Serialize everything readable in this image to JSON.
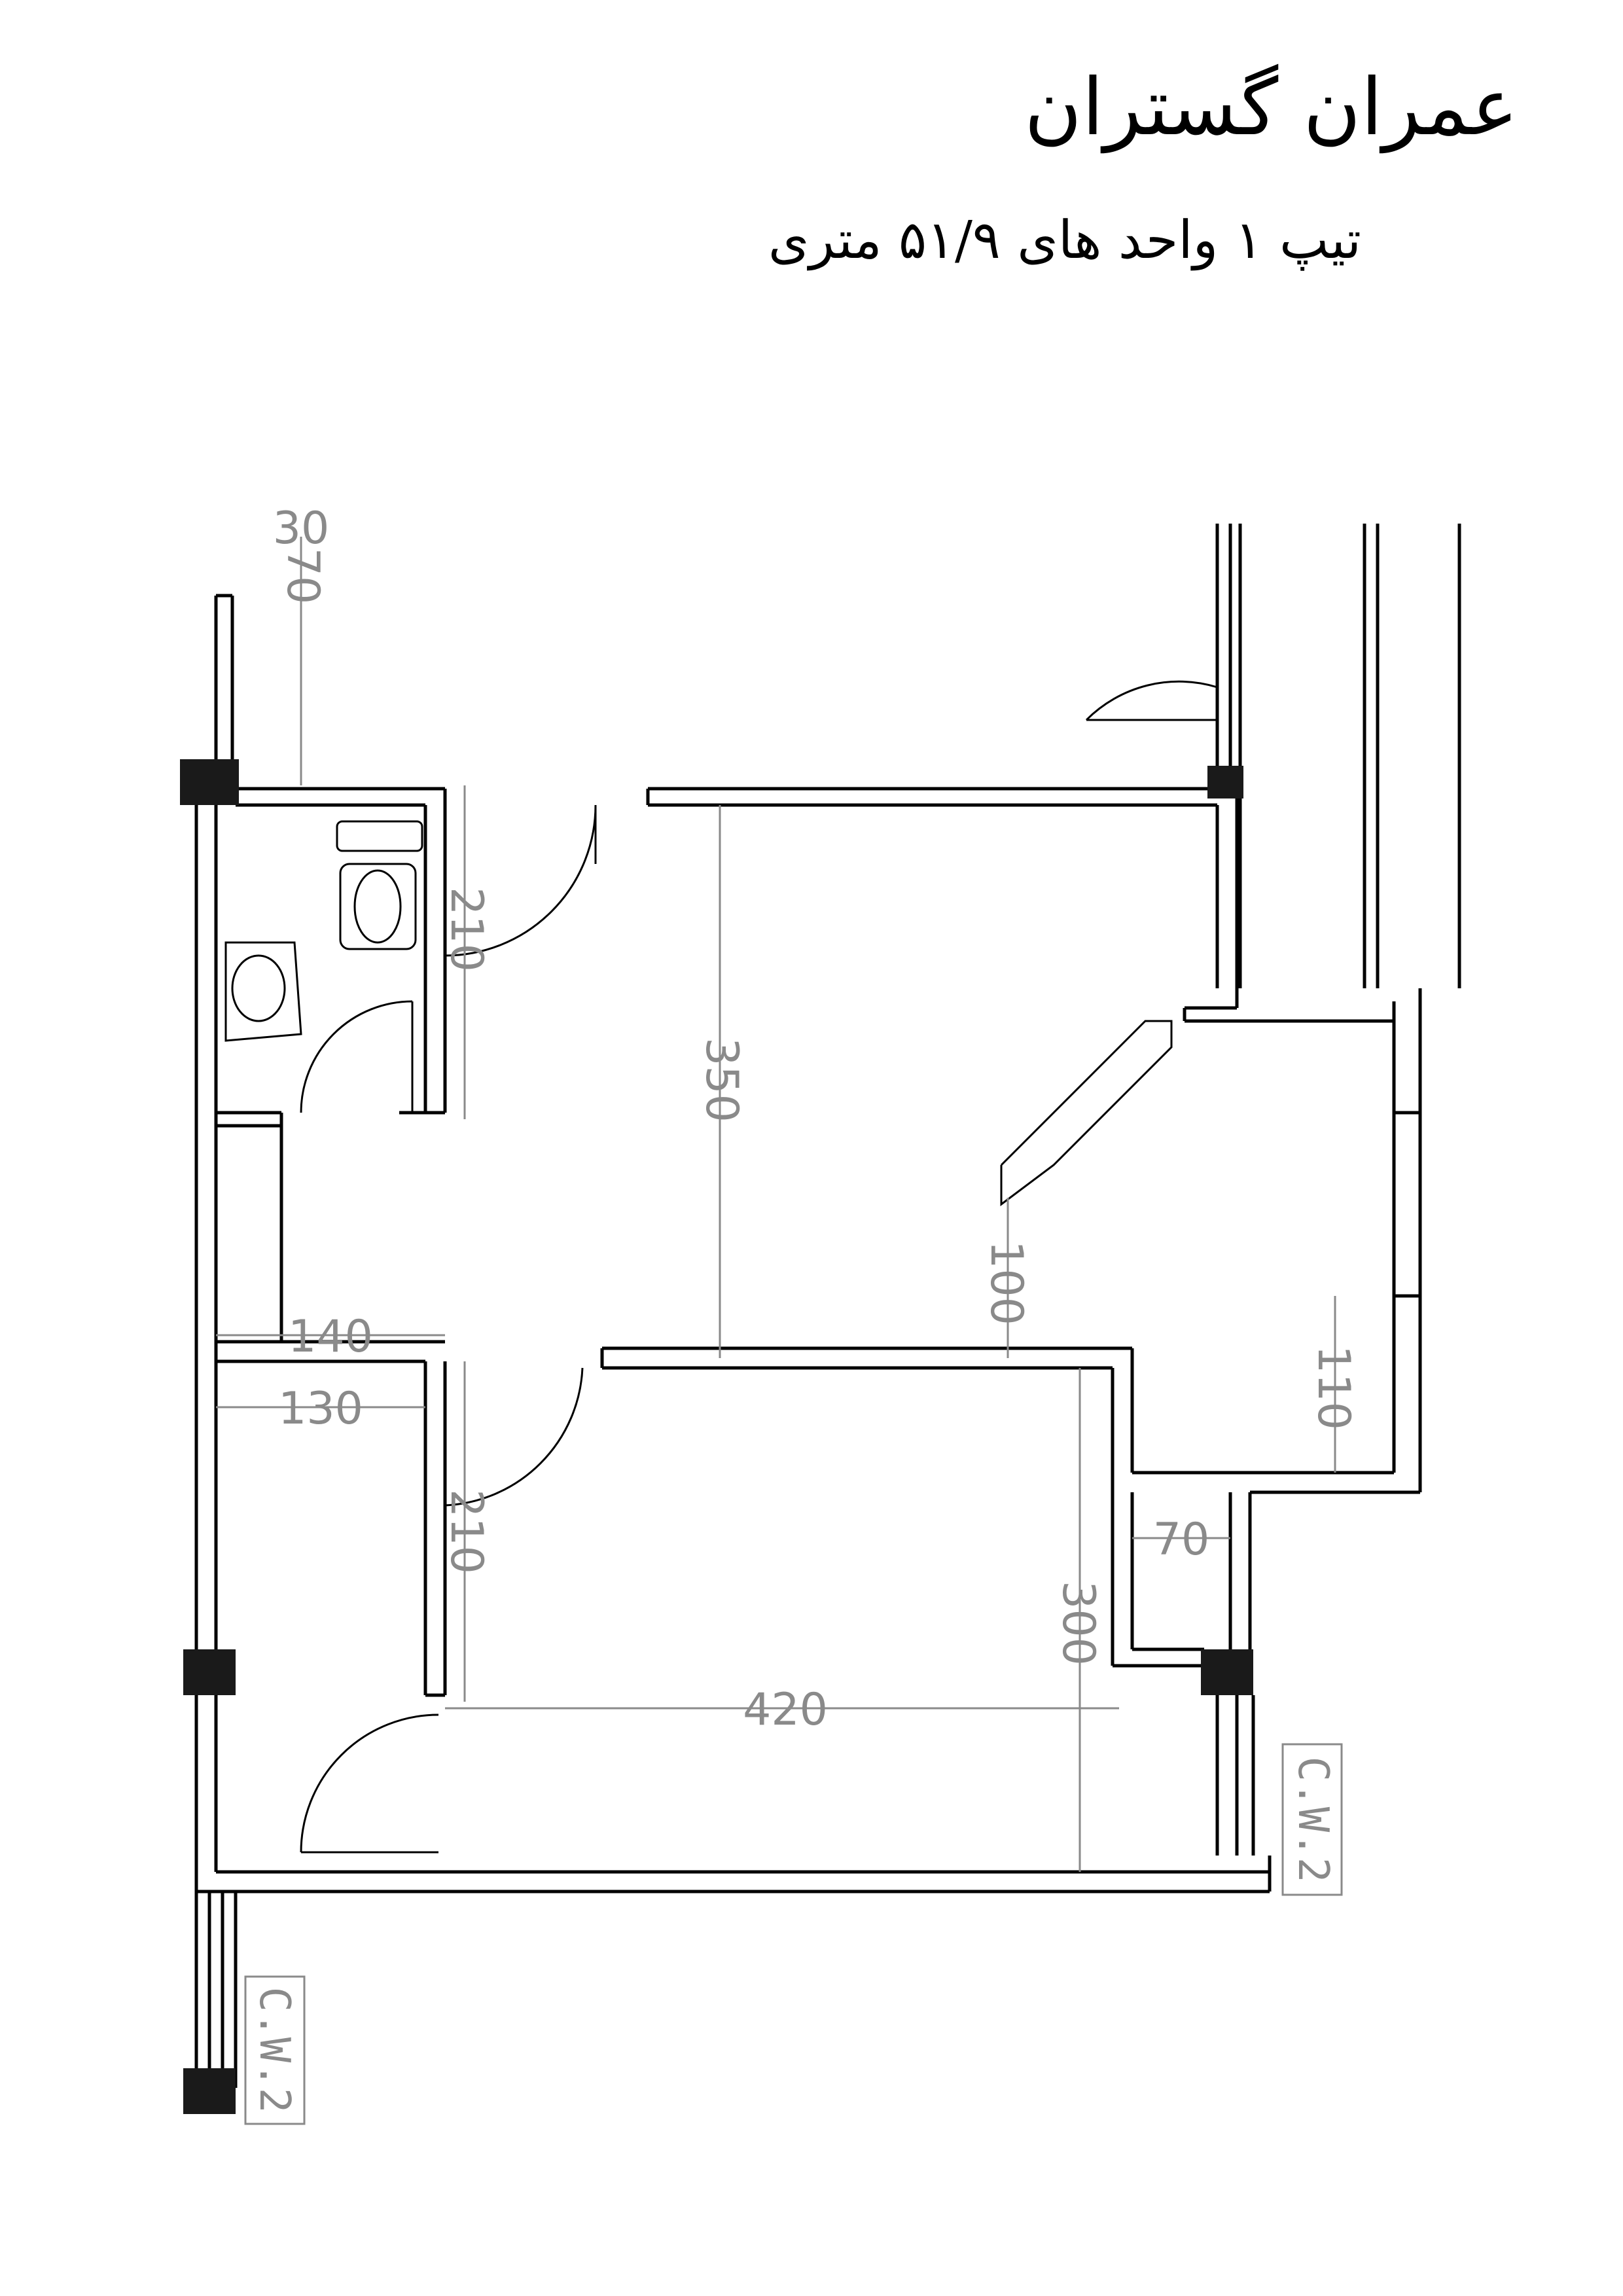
{
  "header": {
    "title": "عمران گستران",
    "subtitle": "تیپ ۱ واحد های ۵۱/۹ متری"
  },
  "dimensions": {
    "d210_top": "210",
    "d350": "350",
    "d100": "100",
    "d110": "110",
    "d140": "140",
    "d130": "130",
    "d210_bottom": "210",
    "d70": "70",
    "d300": "300",
    "d420": "420",
    "d70_top": "70",
    "d30_top": "30"
  },
  "tags": {
    "cw_right": "C.W.2",
    "cw_left": "C.W.2"
  },
  "colors": {
    "wall": "#000000",
    "dimension": "#8a8a8a",
    "column": "#1a1a1a"
  }
}
